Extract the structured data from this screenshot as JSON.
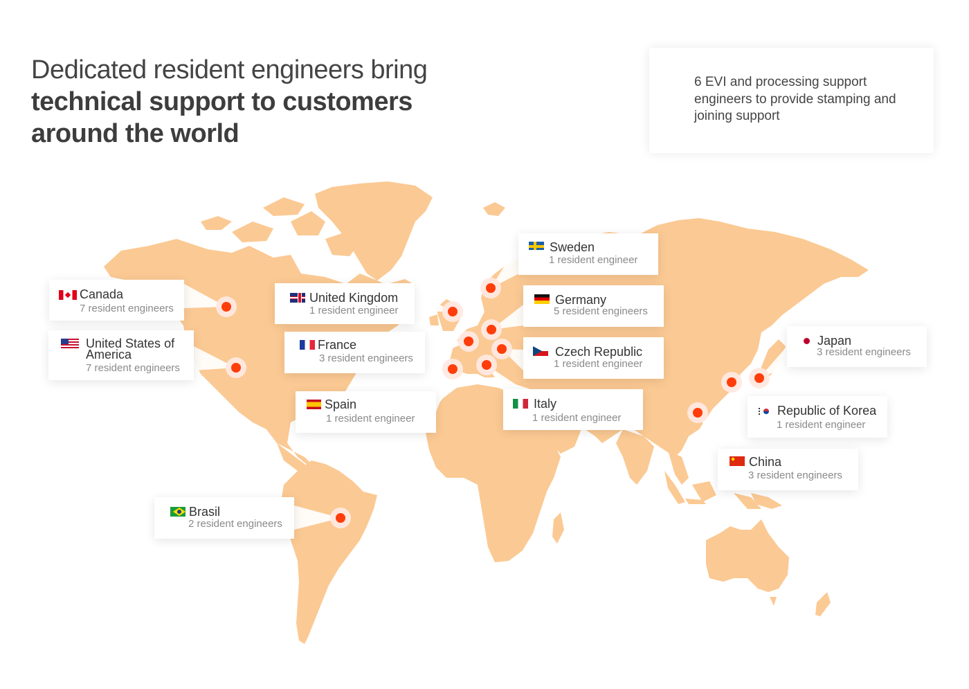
{
  "headline": {
    "line1": "Dedicated resident engineers bring",
    "line2": "technical support to customers",
    "line3": "around the world"
  },
  "info_box": {
    "text": "6 EVI and processing support engineers to provide stamping and joining support"
  },
  "colors": {
    "land": "#fbc993",
    "pin": "#ff3d0a",
    "pin_halo": "#ffe9e2",
    "text_dark": "#333333",
    "text_muted": "#8a8a8a"
  },
  "locations": [
    {
      "id": "canada",
      "name": "Canada",
      "count": "7 resident engineers",
      "flag": "canada-flag-icon",
      "pin": [
        327,
        443
      ]
    },
    {
      "id": "usa",
      "name": "United States of America",
      "count": "7 resident engineers",
      "flag": "usa-flag-icon",
      "pin": [
        341,
        531
      ]
    },
    {
      "id": "uk",
      "name": "United Kingdom",
      "count": "1 resident engineer",
      "flag": "uk-flag-icon",
      "pin": [
        654,
        450
      ]
    },
    {
      "id": "france",
      "name": "France",
      "count": "3 resident engineers",
      "flag": "france-flag-icon",
      "pin": [
        677,
        493
      ]
    },
    {
      "id": "spain",
      "name": "Spain",
      "count": "1 resident engineer",
      "flag": "spain-flag-icon",
      "pin": [
        654,
        533
      ]
    },
    {
      "id": "sweden",
      "name": "Sweden",
      "count": "1 resident engineer",
      "flag": "sweden-flag-icon",
      "pin": [
        709,
        416
      ]
    },
    {
      "id": "germany",
      "name": "Germany",
      "count": "5 resident engineers",
      "flag": "germany-flag-icon",
      "pin": [
        710,
        476
      ]
    },
    {
      "id": "czech",
      "name": "Czech Republic",
      "count": "1 resident engineer",
      "flag": "czech-flag-icon",
      "pin": [
        725,
        504
      ]
    },
    {
      "id": "italy",
      "name": "Italy",
      "count": "1 resident engineer",
      "flag": "italy-flag-icon",
      "pin": [
        703,
        527
      ]
    },
    {
      "id": "japan",
      "name": "Japan",
      "count": "3 resident engineers",
      "flag": "japan-flag-icon",
      "pin": [
        1097,
        546
      ]
    },
    {
      "id": "korea",
      "name": "Republic of Korea",
      "count": "1 resident engineer",
      "flag": "korea-flag-icon",
      "pin": [
        1057,
        552
      ]
    },
    {
      "id": "china",
      "name": "China",
      "count": "3 resident engineers",
      "flag": "china-flag-icon",
      "pin": [
        1008,
        596
      ]
    },
    {
      "id": "brasil",
      "name": "Brasil",
      "count": "2 resident engineers",
      "flag": "brazil-flag-icon",
      "pin": [
        492,
        748
      ]
    }
  ]
}
